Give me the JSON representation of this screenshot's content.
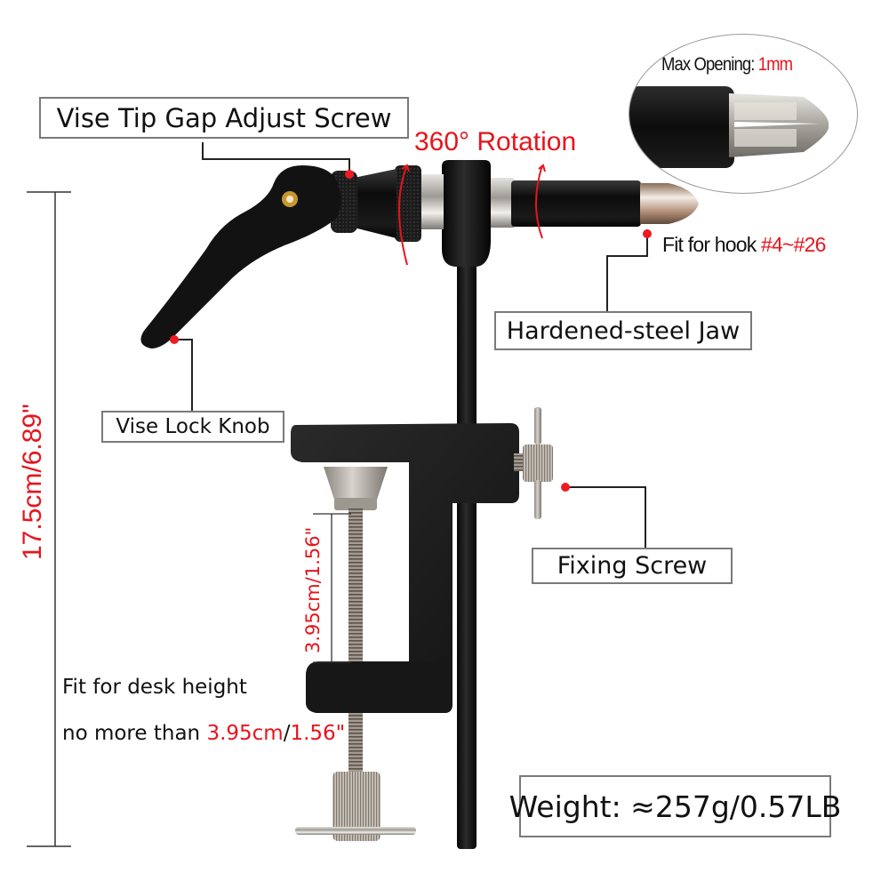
{
  "inset": {
    "label_prefix": "Max Opening: ",
    "label_value": "1mm"
  },
  "callouts": {
    "tip_gap_screw": "Vise Tip Gap Adjust Screw",
    "rotation": "360° Rotation",
    "hook_fit_prefix": "Fit for hook ",
    "hook_fit_range": "#4~#26",
    "jaw": "Hardened-steel Jaw",
    "lock_knob": "Vise Lock Knob",
    "fixing_screw": "Fixing Screw",
    "weight": "Weight: ≈257g/0.57LB"
  },
  "dimensions": {
    "overall_height": "17.5cm/6.89\"",
    "clamp_opening": "3.95cm/1.56\""
  },
  "desk_note": {
    "line1": "Fit for desk height",
    "line2_prefix": "no more than ",
    "line2_cm": "3.95cm",
    "line2_sep": "/",
    "line2_in": "1.56\""
  },
  "colors": {
    "accent_red": "#e8141c",
    "body_black": "#141414",
    "steel": "#b9b6b0",
    "box_border": "#7a7a7a"
  }
}
